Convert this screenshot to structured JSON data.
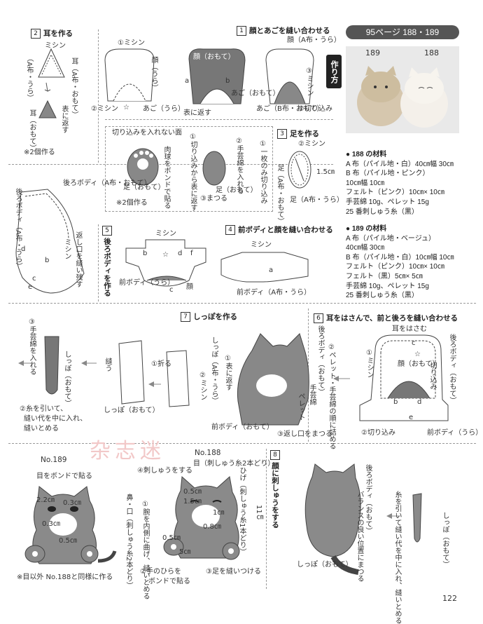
{
  "header": {
    "badge": "95ページ 188・189",
    "side_tab": "作り方"
  },
  "photo": {
    "label_left": "189",
    "label_right": "188"
  },
  "materials": {
    "m188": {
      "title": "● 188 の材料",
      "lines": [
        "A 布（パイル地・白）40㎝幅 30㎝",
        "B 布（パイル地・ピンク）",
        "10㎝幅 10㎝",
        "フェルト（ピンク）10㎝× 10㎝",
        "手芸綿 10g、ペレット 15g",
        "25 番刺しゅう糸（黒）"
      ]
    },
    "m189": {
      "title": "● 189 の材料",
      "lines": [
        "A 布（パイル地・ベージュ）",
        "40㎝幅 30㎝",
        "B 布（パイル地・白）10㎝幅 10㎝",
        "フェルト（ピンク）10㎝× 10㎝",
        "フェルト（黒）5㎝× 5㎝",
        "手芸綿 10g、ペレット 15g",
        "25 番刺しゅう糸（黒）"
      ]
    }
  },
  "steps": {
    "s1": {
      "num": "1",
      "title": "顔とあごを縫い合わせる"
    },
    "s2": {
      "num": "2",
      "title": "耳を作る"
    },
    "s3": {
      "num": "3",
      "title": "足を作る"
    },
    "s4": {
      "num": "4",
      "title": "前ボディと顔を縫い合わせる"
    },
    "s5": {
      "num": "5",
      "title": "後ろボディを作る"
    },
    "s6": {
      "num": "6",
      "title": "耳をはさんで、前と後ろを縫い合わせる"
    },
    "s7": {
      "num": "7",
      "title": "しっぽを作る"
    },
    "s8": {
      "num": "8",
      "title": "顔に刺しゅうをする"
    }
  },
  "labels": {
    "s2_mishin": "ミシン",
    "s2_a_ura": "（A布・うら）",
    "s2_mimi_a_omote": "耳（A布・おもて）",
    "s2_omote_kaesu": "表に返す",
    "s2_mimi_omote": "耳（おもて）",
    "s2_note": "※2個作る",
    "s1_mishin1": "①ミシン",
    "s1_kao_ura": "顔（うら）",
    "s1_mishin2": "②ミシン",
    "s1_star": "☆",
    "s1_ago_ura": "あご（うら）",
    "s1_kao_omote": "顔（おもて）",
    "s1_a": "a",
    "s1_b": "b",
    "s1_ago_omote": "あご（おもて）",
    "s1_omote_kaesu": "表に返す",
    "s1_kao_a_ura": "顔（A布・うら）",
    "s1_mishin3": "③ミシン",
    "s1_ago_b_omote": "あご（B布・おもて）",
    "s1_kirikomi": "②切り込み",
    "s3_no_cut": "切り込みを入れない面",
    "s3_nikukyu": "肉球をボンドで貼る",
    "s3_ashi_omote": "足（おもて）",
    "s3_note": "※2個作る",
    "s3_cut_omote": "①切り込みから表に返す",
    "s3_shugeiwata": "②手芸綿を入れる",
    "s3_matsuru": "③まつる",
    "s3_ashi_omote2": "足（おもて）",
    "s3_one_cut": "①一枚のみ切り込み",
    "s3_mishin": "②ミシン",
    "s3_ashi_ura": "足（A布・おもて）",
    "s3_ashi_a_ura": "足（A布・うら）",
    "s3_dim": "1.5㎝",
    "s5_ushiro_a_omote": "後ろボディ（A布・おもて）",
    "s5_ushiro_a_ura": "後ろボディ（A布・うら）",
    "s5_kaeshiguchi": "返し口を縫い残す",
    "s5_mishin": "ミシン",
    "s5_b": "b",
    "s5_c": "c",
    "s5_d": "d",
    "s5_e": "e",
    "s4_mishin": "ミシン",
    "s4_mae_ura": "前ボディ（うら）",
    "s4_kao": "顔",
    "s4_mae_a_ura": "前ボディ（A布・うら）",
    "s4_a": "a",
    "s4_b": "b",
    "s4_c": "c",
    "s4_d": "d",
    "s4_f": "f",
    "s4_star": "☆",
    "s7_shugeiwata": "③手芸綿を入れる",
    "s7_shippo_omote": "しっぽ（おもて）",
    "s7_ito": "②糸を引いて、縫い代を中に入れ、縫いとめる",
    "s7_nuu": "縫う",
    "s7_shippo_omote2": "しっぽ（おもて）",
    "s7_oru": "①折る",
    "s7_shippo_a_ura": "しっぽ（A布・うら）",
    "s7_mishin": "②ミシン",
    "s6_omote_kaesu": "①表に返す",
    "s6_ushiro_omote": "後ろボディ（おもて）",
    "s6_pellet": "②ペレット・手芸綿の順に詰める",
    "s6_shugeiwata": "手芸綿",
    "s6_pellet2": "ペレット",
    "s6_mae_omote": "前ボディ（おもて）",
    "s6_kaeshiguchi": "③返し口をまつる",
    "s6_mimi_hasamu": "耳をはさむ",
    "s6_ushiro_omote2": "後ろボディ（おもて）",
    "s6_kao_omote": "顔（おもて）",
    "s6_kirikomi1": "切り込み",
    "s6_mishin": "①ミシン",
    "s6_kirikomi2": "②切り込み",
    "s6_mae_ura": "前ボディ（うら）",
    "s6_b": "b",
    "s6_c": "c",
    "s6_d": "d",
    "s6_e": "e",
    "s6_star": "☆",
    "n189": "No.189",
    "n189_eye": "目をボンドで貼る",
    "n189_d1": "2.2㎝",
    "n189_d2": "0.3㎝",
    "n189_d3": "0.3㎝",
    "n189_d4": "0.5㎝",
    "n189_note": "※目以外 No.188と同様に作る",
    "n188": "No.188",
    "n188_shishu": "④刺しゅうをする",
    "n188_eye": "目（刺しゅう糸2本どり）",
    "n188_d1": "0.5㎝",
    "n188_d2": "1.5㎝",
    "n188_d3": "0.5㎝",
    "n188_d4": "5㎝",
    "n188_d5": "0.8㎝",
    "n188_d6": "1㎝",
    "n188_hige": "ひげ（刺しゅう糸1本どり）",
    "n188_11cm": "11㎝",
    "n188_hana": "鼻・口（刺しゅう糸2本どり）",
    "n188_ude": "①腕を内側に曲げ、縫いとめる",
    "n188_hand": "②手のひらをボンドで貼る",
    "n188_foot": "③足を縫いつける",
    "s8_ushiro_omote": "後ろボディ（おもて）",
    "s8_ito": "糸を引いて縫い代を中に入れ、縫いとめる",
    "s8_shippo": "しっぽ（おもて）",
    "s8_balance": "バランスの良い位置にまつる",
    "s8_shippo2": "しっぽ（おもて）"
  },
  "watermark": "杂志迷",
  "page_number": "122"
}
